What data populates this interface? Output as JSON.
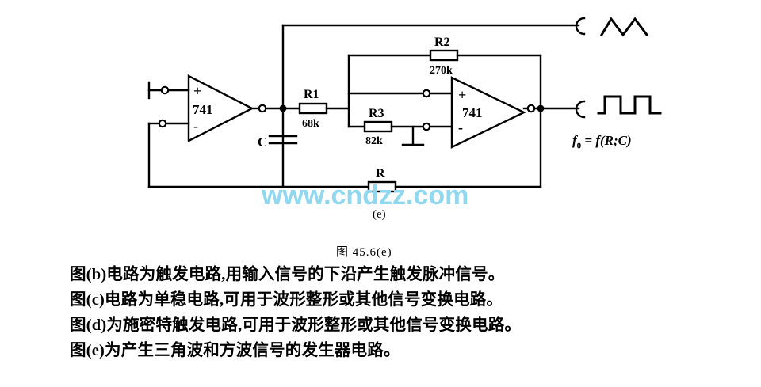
{
  "figure": {
    "caption": "图 45.6(e)",
    "subfigure_label": "(e)",
    "watermark": "www.cndzz.com",
    "watermark_color": "#8fd8f0",
    "line_color": "#000000",
    "background": "#ffffff"
  },
  "circuit": {
    "type": "triangle-and-square-wave-generator",
    "opamps": [
      {
        "id": "U1",
        "label": "741",
        "plus": "+",
        "minus": "-",
        "role": "integrator-stage"
      },
      {
        "id": "U2",
        "label": "741",
        "plus": "+",
        "minus": "-",
        "role": "schmitt-comparator-stage"
      }
    ],
    "components": [
      {
        "ref": "R1",
        "value": "68k",
        "type": "resistor"
      },
      {
        "ref": "R2",
        "value": "270k",
        "type": "resistor"
      },
      {
        "ref": "R3",
        "value": "82k",
        "type": "resistor"
      },
      {
        "ref": "R",
        "value": "",
        "type": "resistor"
      },
      {
        "ref": "C",
        "value": "",
        "type": "capacitor"
      }
    ],
    "ground_symbol": "earth",
    "outputs": [
      {
        "name": "triangle-output",
        "waveform": "triangle"
      },
      {
        "name": "square-output",
        "waveform": "square"
      }
    ],
    "formula_plain": "f0 = f(R;C)",
    "formula_f": "f",
    "formula_sub": "0",
    "formula_rest": "= f(R;C)"
  },
  "notes": [
    "图(b)电路为触发电路,用输入信号的下沿产生触发脉冲信号。",
    "图(c)电路为单稳电路,可用于波形整形或其他信号变换电路。",
    "图(d)为施密特触发电路,可用于波形整形或其他信号变换电路。",
    "图(e)为产生三角波和方波信号的发生器电路。"
  ],
  "labels": {
    "r1": "R1",
    "r1v": "68k",
    "r2": "R2",
    "r2v": "270k",
    "r3": "R3",
    "r3v": "82k",
    "r": "R",
    "c": "C",
    "ic1": "741",
    "ic2": "741",
    "plus1": "+",
    "minus1": "-",
    "plus2": "+",
    "minus2": "-"
  }
}
